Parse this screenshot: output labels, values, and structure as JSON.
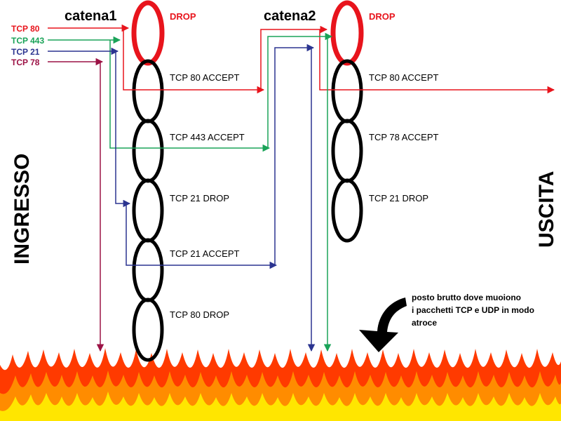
{
  "colors": {
    "red": "#e8141c",
    "green": "#1aa358",
    "blue": "#2b3490",
    "maroon": "#9c1245",
    "black": "#000000",
    "flame_outer": "#ff3a00",
    "flame_mid": "#ff8c00",
    "flame_inner": "#ffe600"
  },
  "side_labels": {
    "left": "INGRESSO",
    "right": "USCITA"
  },
  "chain1": {
    "title": "catena1",
    "policy": "DROP",
    "rules": [
      "TCP 80 ACCEPT",
      "TCP 443 ACCEPT",
      "TCP 21 DROP",
      "TCP 21 ACCEPT",
      "TCP 80 DROP"
    ]
  },
  "chain2": {
    "title": "catena2",
    "policy": "DROP",
    "rules": [
      "TCP 80 ACCEPT",
      "TCP 78 ACCEPT",
      "TCP 21 DROP"
    ]
  },
  "packets": [
    {
      "label": "TCP 80",
      "color": "red"
    },
    {
      "label": "TCP 443",
      "color": "green"
    },
    {
      "label": "TCP 21",
      "color": "blue"
    },
    {
      "label": "TCP 78",
      "color": "maroon"
    }
  ],
  "note": {
    "lines": [
      "posto brutto dove muoiono",
      "i pacchetti TCP e UDP in modo",
      "atroce"
    ]
  }
}
